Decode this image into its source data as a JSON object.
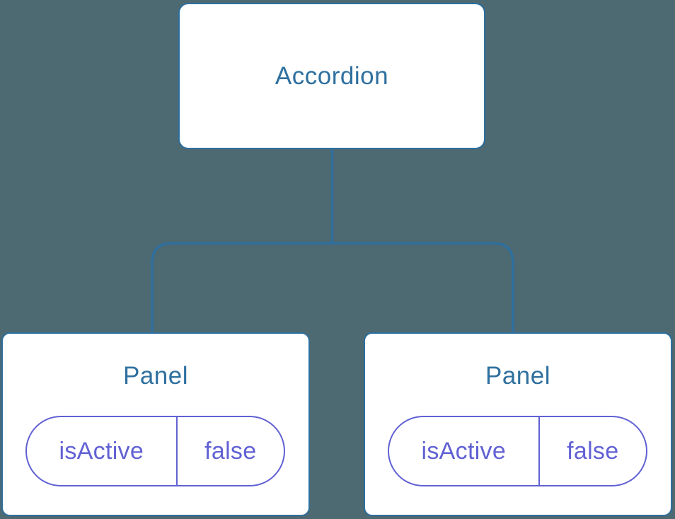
{
  "colors": {
    "background": "#4D6972",
    "line-blue": "#2E6F9E",
    "text-blue": "#2F709F",
    "pill-purple": "#6161D4",
    "node-fill": "#FFFFFF"
  },
  "diagram": {
    "type": "component-tree",
    "root": {
      "label": "Accordion"
    },
    "children": [
      {
        "label": "Panel",
        "state": {
          "key": "isActive",
          "value": "false"
        }
      },
      {
        "label": "Panel",
        "state": {
          "key": "isActive",
          "value": "false"
        }
      }
    ]
  }
}
